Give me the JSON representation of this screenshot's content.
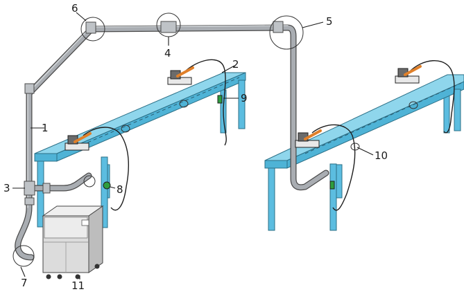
{
  "callouts": {
    "c1": "1",
    "c2": "2",
    "c3": "3",
    "c4": "4",
    "c5": "5",
    "c6": "6",
    "c7": "7",
    "c8": "8",
    "c9": "9",
    "c10": "10",
    "c11": "11"
  },
  "colors": {
    "bench_top": "#8fd6ec",
    "bench_face": "#4fb3d6",
    "pipe": "#a9adb2",
    "unit_body": "#dcdcdc",
    "connector_green": "#2e9e3e",
    "tool_orange": "#e0802a"
  }
}
